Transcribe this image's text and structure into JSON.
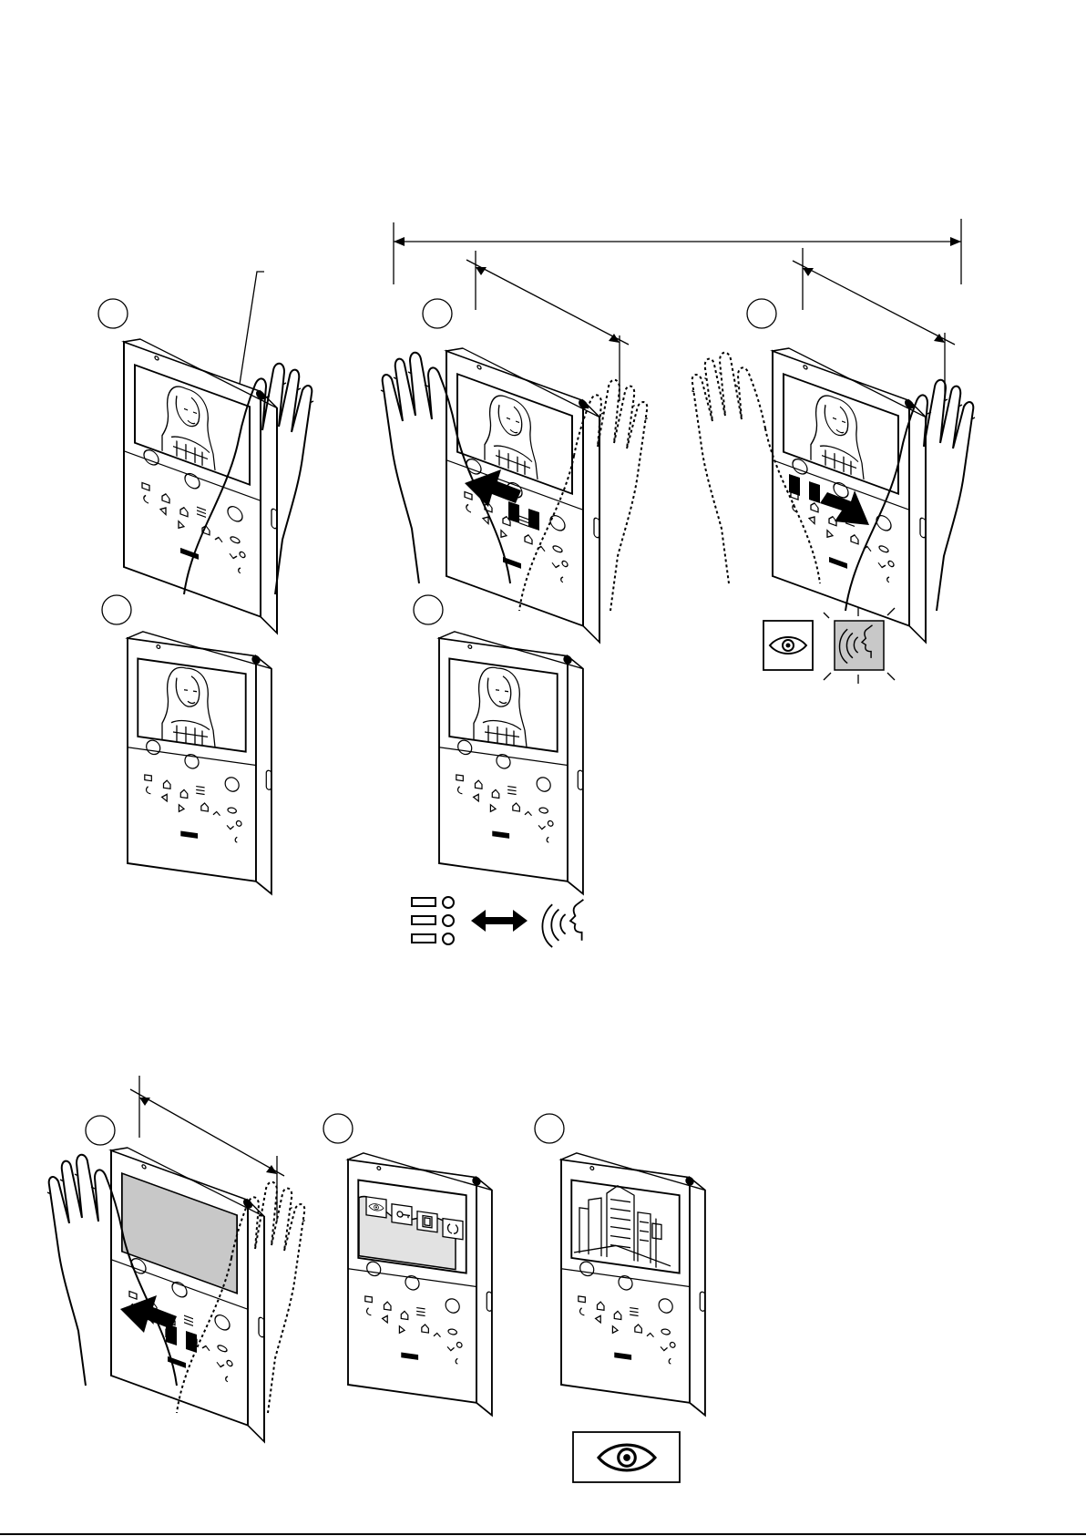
{
  "figure": {
    "page_bottom_rule": true,
    "colors": {
      "line": "#000000",
      "highlight": "#c8c8c8",
      "background": "#ffffff"
    },
    "steps": [
      {
        "panel": "step-1",
        "number_circle": "",
        "gesture": "hand-hold-right"
      },
      {
        "panel": "step-2",
        "number_circle": "",
        "gesture": "swipe-left",
        "arrow": "arrow-left-icon"
      },
      {
        "panel": "step-3",
        "number_circle": "",
        "gesture": "swipe-right",
        "arrow": "arrow-right-icon",
        "result_icons": [
          "eye-icon",
          "speaking-head-icon"
        ],
        "highlighted": "speaking-head-icon"
      },
      {
        "panel": "step-4",
        "number_circle": "",
        "device": "video-monitor"
      },
      {
        "panel": "step-5",
        "number_circle": "",
        "device": "video-monitor",
        "toggle_icons": [
          "menu-list-icon",
          "double-arrow-icon",
          "speaking-head-icon"
        ]
      },
      {
        "panel": "step-6",
        "number_circle": "",
        "gesture": "swipe-left",
        "arrow": "arrow-left-icon"
      },
      {
        "panel": "step-7",
        "number_circle": "",
        "device": "video-monitor",
        "screen": "menu-tiles",
        "tile_icons": [
          "eye-icon",
          "key-icon",
          "door-icon",
          "handset-icon"
        ]
      },
      {
        "panel": "step-8",
        "number_circle": "",
        "device": "video-monitor",
        "screen": "street-camera-view",
        "result_icon": "eye-icon"
      }
    ]
  }
}
